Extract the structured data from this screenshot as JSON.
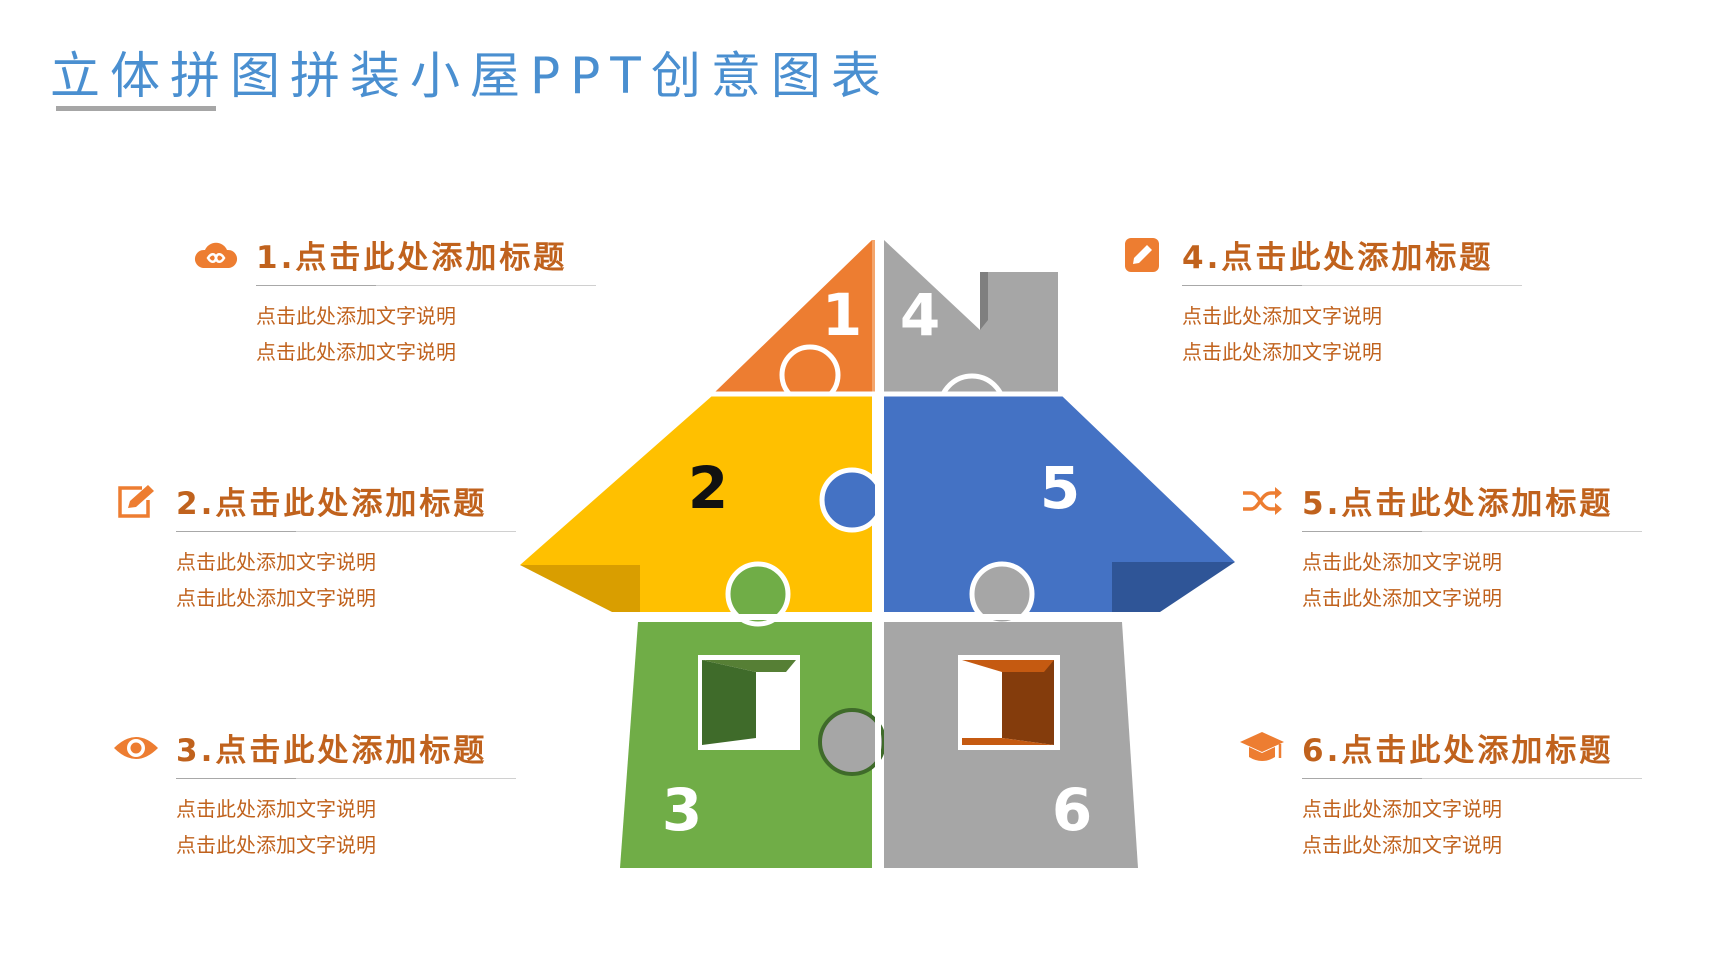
{
  "slide_title": "立体拼图拼装小屋PPT创意图表",
  "puzzle_numbers": [
    "1",
    "2",
    "3",
    "4",
    "5",
    "6"
  ],
  "colors": {
    "title": "#4a8fd0",
    "accent": "#c0621d",
    "orange": "#ed7d31",
    "yellow": "#ffc000",
    "green": "#70ad47",
    "blue": "#4472c4",
    "gray": "#a6a6a6"
  },
  "items": [
    {
      "title": "1.点击此处添加标题",
      "icon": "cloud-infinity-icon",
      "lines": [
        "点击此处添加文字说明",
        "点击此处添加文字说明"
      ]
    },
    {
      "title": "2.点击此处添加标题",
      "icon": "edit-icon",
      "lines": [
        "点击此处添加文字说明",
        "点击此处添加文字说明"
      ]
    },
    {
      "title": "3.点击此处添加标题",
      "icon": "eye-icon",
      "lines": [
        "点击此处添加文字说明",
        "点击此处添加文字说明"
      ]
    },
    {
      "title": "4.点击此处添加标题",
      "icon": "pencil-icon",
      "lines": [
        "点击此处添加文字说明",
        "点击此处添加文字说明"
      ]
    },
    {
      "title": "5.点击此处添加标题",
      "icon": "shuffle-icon",
      "lines": [
        "点击此处添加文字说明",
        "点击此处添加文字说明"
      ]
    },
    {
      "title": "6.点击此处添加标题",
      "icon": "graduation-cap-icon",
      "lines": [
        "点击此处添加文字说明",
        "点击此处添加文字说明"
      ]
    }
  ]
}
